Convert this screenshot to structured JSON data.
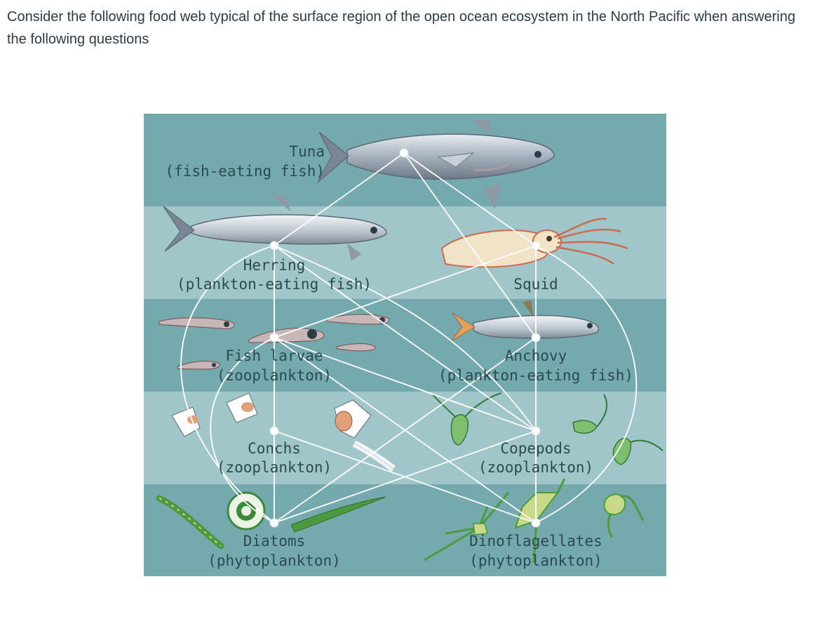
{
  "question": {
    "text": "Consider the following food web typical of the surface region of the open ocean ecosystem in the North Pacific when answering the following questions"
  },
  "food_web": {
    "nodes": [
      {
        "id": "tuna",
        "name": "Tuna",
        "desc": "(fish-eating fish)"
      },
      {
        "id": "herring",
        "name": "Herring",
        "desc": "(plankton-eating fish)"
      },
      {
        "id": "squid",
        "name": "Squid",
        "desc": ""
      },
      {
        "id": "fish_larvae",
        "name": "Fish larvae",
        "desc": "(zooplankton)"
      },
      {
        "id": "anchovy",
        "name": "Anchovy",
        "desc": "(plankton-eating fish)"
      },
      {
        "id": "conchs",
        "name": "Conchs",
        "desc": "(zooplankton)"
      },
      {
        "id": "copepods",
        "name": "Copepods",
        "desc": "(zooplankton)"
      },
      {
        "id": "diatoms",
        "name": "Diatoms",
        "desc": "(phytoplankton)"
      },
      {
        "id": "dinoflagellates",
        "name": "Dinoflagellates",
        "desc": "(phytoplankton)"
      }
    ],
    "colors": {
      "band_dark": "#74a9ae",
      "band_light": "#a1c6c9",
      "link": "#ffffff",
      "label": "#2a4a52"
    }
  }
}
